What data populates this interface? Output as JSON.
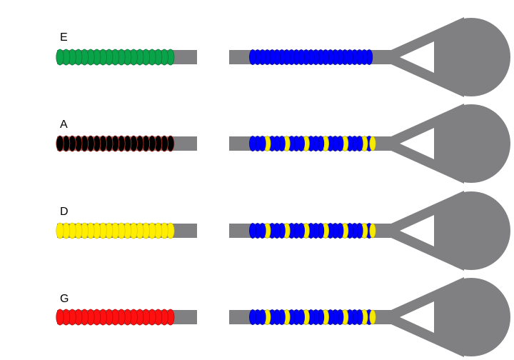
{
  "colors": {
    "stem": "#808083",
    "background": "#ffffff"
  },
  "rows": [
    {
      "label": "E",
      "left_bead_color": "#0aa34a",
      "left_bead_edge": "#067a36",
      "right_pattern": "solid-blue"
    },
    {
      "label": "A",
      "left_bead_color": "#000000",
      "left_bead_edge": "#c0392b",
      "right_pattern": "blue-yellow-alternating"
    },
    {
      "label": "D",
      "left_bead_color": "#ffee00",
      "left_bead_edge": "#e0cc00",
      "right_pattern": "blue-yellow-alternating"
    },
    {
      "label": "G",
      "left_bead_color": "#ff1010",
      "left_bead_edge": "#c80000",
      "right_pattern": "blue-yellow-alternating"
    }
  ],
  "right_colors": {
    "blue": "#0000ff",
    "blue_edge": "#0000b0",
    "yellow": "#f5ea00"
  }
}
